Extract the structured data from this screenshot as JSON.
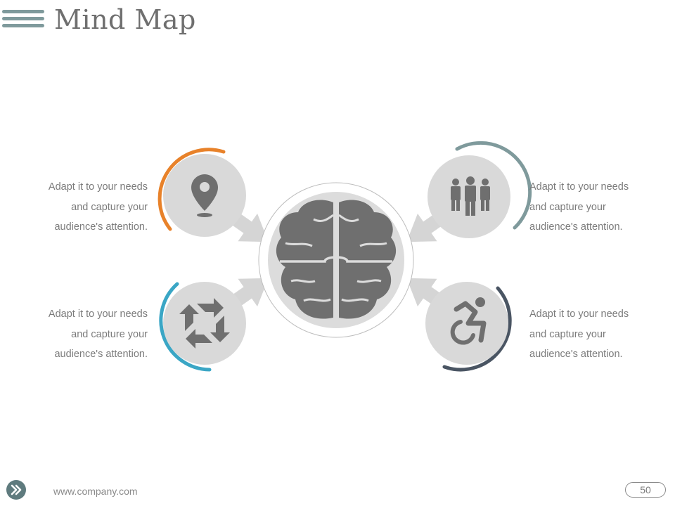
{
  "title": "Mind Map",
  "colors": {
    "orange": "#e8822a",
    "teal": "#7f9a9c",
    "blue": "#3aa6c5",
    "navy": "#4a5563",
    "circle_fill": "#d9d9d9",
    "icon": "#6f6f6f",
    "arrow": "#d5d5d5"
  },
  "center": {
    "icon": "brain-icon"
  },
  "nodes": [
    {
      "id": "top-left",
      "icon": "location-pin-icon",
      "accent": "orange",
      "text": [
        "Adapt it to your needs",
        "and capture your",
        "audience's attention."
      ]
    },
    {
      "id": "top-right",
      "icon": "team-icon",
      "accent": "teal",
      "text": [
        "Adapt it to your needs",
        "and capture your",
        "audience's attention."
      ]
    },
    {
      "id": "bottom-left",
      "icon": "refresh-cycle-icon",
      "accent": "blue",
      "text": [
        "Adapt it to your needs",
        "and capture your",
        "audience's attention."
      ]
    },
    {
      "id": "bottom-right",
      "icon": "wheelchair-icon",
      "accent": "navy",
      "text": [
        "Adapt it to your needs",
        "and capture your",
        "audience's attention."
      ]
    }
  ],
  "footer": {
    "url": "www.company.com",
    "page": "50"
  }
}
